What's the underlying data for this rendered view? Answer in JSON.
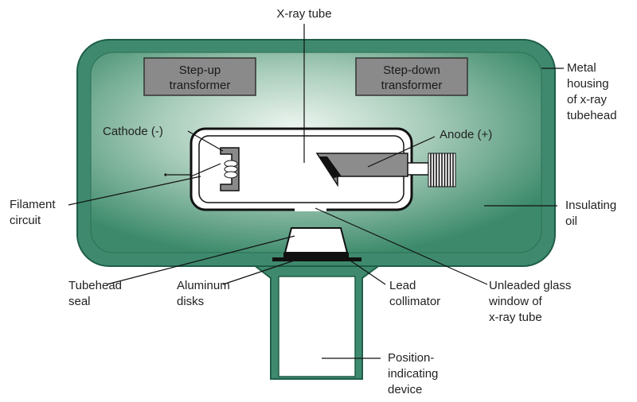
{
  "labels": {
    "xray_tube": "X-ray tube",
    "step_up": [
      "Step-up",
      "transformer"
    ],
    "step_down": [
      "Step-down",
      "transformer"
    ],
    "metal_housing": [
      "Metal",
      "housing",
      "of x-ray",
      "tubehead"
    ],
    "cathode": "Cathode (-)",
    "anode": "Anode (+)",
    "filament_circuit": [
      "Filament",
      "circuit"
    ],
    "insulating_oil": [
      "Insulating",
      "oil"
    ],
    "tubehead_seal": [
      "Tubehead",
      "seal"
    ],
    "aluminum_disks": [
      "Aluminum",
      "disks"
    ],
    "lead_collimator": [
      "Lead",
      "collimator"
    ],
    "unleaded_window": [
      "Unleaded glass",
      "window of",
      "x-ray tube"
    ],
    "pid": [
      "Position-",
      "indicating",
      "device"
    ]
  },
  "colors": {
    "housing_fill": "#3f8a6e",
    "housing_stroke": "#1f5e48",
    "oil_center": "#e9f3ee",
    "oil_edge": "#3c8a6b",
    "transformer_fill": "#8a8a8a",
    "tube_fill": "#ffffff",
    "anode_fill": "#8c8c8c",
    "line": "#1a1a1a"
  }
}
